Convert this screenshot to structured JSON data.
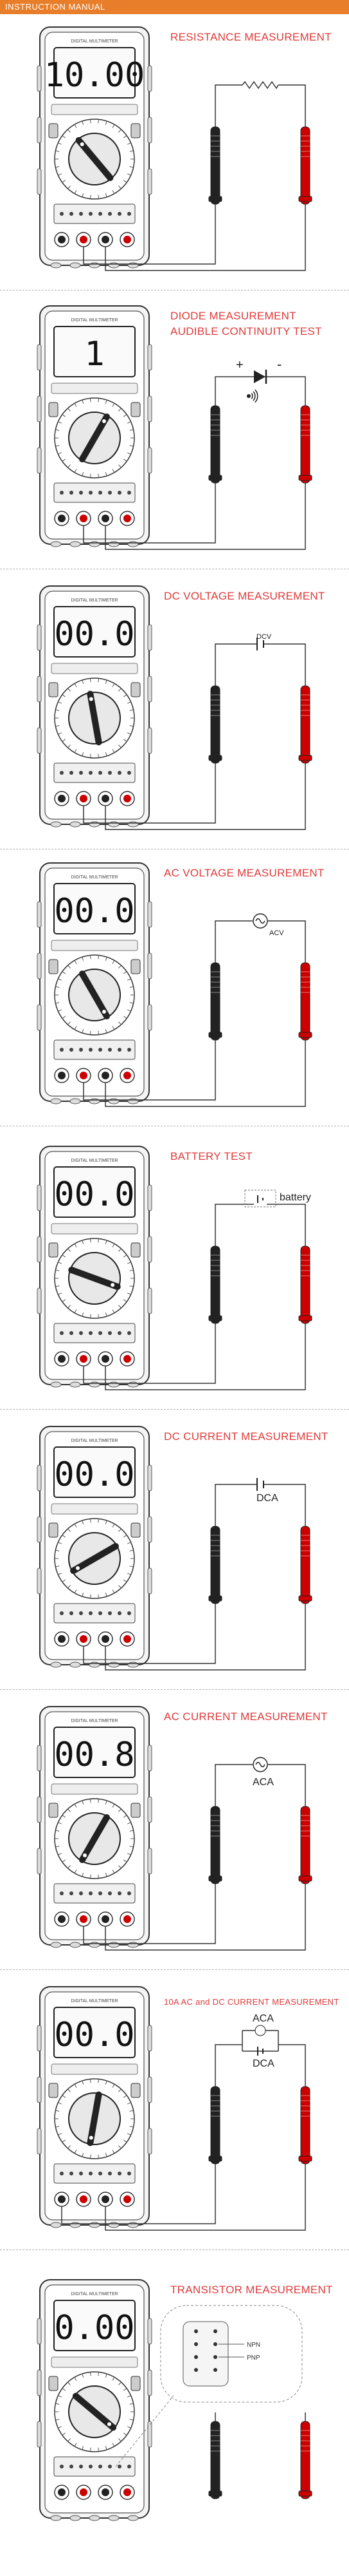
{
  "header": {
    "title": "INSTRUCTION MANUAL"
  },
  "meter": {
    "brand_label": "DIGITAL MULTIMETER"
  },
  "sections": [
    {
      "title": "RESISTANCE MEASUREMENT",
      "display": "10.00",
      "circuit_labels": []
    },
    {
      "title": "DIODE MEASUREMENT",
      "title2": "AUDIBLE CONTINUITY TEST",
      "display": "1",
      "circuit_labels": [
        "+",
        "-"
      ]
    },
    {
      "title": "DC VOLTAGE MEASUREMENT",
      "display": "00.0",
      "circuit_labels": [
        "DCV"
      ]
    },
    {
      "title": "AC VOLTAGE MEASUREMENT",
      "display": "00.0",
      "circuit_labels": [
        "ACV"
      ]
    },
    {
      "title": "BATTERY TEST",
      "display": "00.0",
      "circuit_labels": [
        "battery"
      ]
    },
    {
      "title": "DC CURRENT MEASUREMENT",
      "display": "00.0",
      "circuit_labels": [
        "DCA"
      ]
    },
    {
      "title": "AC CURRENT MEASUREMENT",
      "display": "00.8",
      "circuit_labels": [
        "ACA"
      ]
    },
    {
      "title": "10A AC and  DC CURRENT MEASUREMENT",
      "display": "00.0",
      "circuit_labels": [
        "ACA",
        "DCA"
      ]
    },
    {
      "title": "TRANSISTOR MEASUREMENT",
      "display": "0.00",
      "circuit_labels": [
        "NPN",
        "PNP"
      ]
    }
  ],
  "colors": {
    "header": "#e87e2a",
    "title": "#e03a3a",
    "line": "#3a3a3a"
  }
}
